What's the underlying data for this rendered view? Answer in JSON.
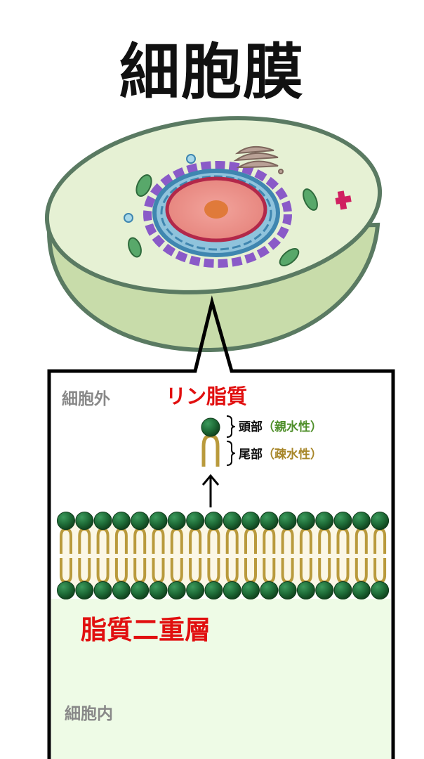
{
  "title": "細胞膜",
  "outside_label": "細胞外",
  "inside_label": "細胞内",
  "phospholipid": {
    "name": "リン脂質",
    "head": {
      "label": "頭部",
      "property": "（親水性）"
    },
    "tail": {
      "label": "尾部",
      "property": "（疎水性）"
    }
  },
  "bilayer_label": "脂質二重層",
  "colors": {
    "label_red": "#e10f0f",
    "hydrophilic_green": "#4f8f2a",
    "hydrophobic_gold": "#a8872a",
    "head_sphere": "#1e6b37",
    "tail": "#b99a3c",
    "cell_fill": "#e6f1d4",
    "cell_rim": "#5a7a62"
  }
}
